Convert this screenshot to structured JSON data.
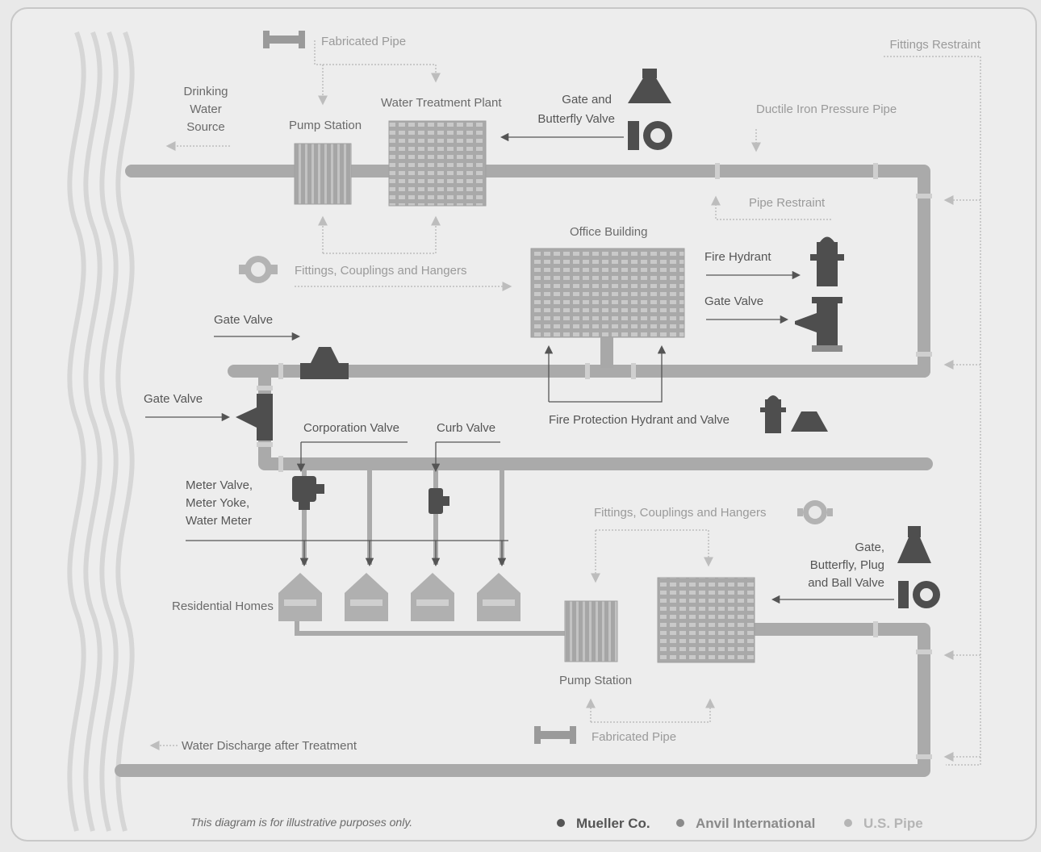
{
  "labels": {
    "fabricated_pipe_top": "Fabricated Pipe",
    "fittings_restraint": "Fittings Restraint",
    "drinking_water_1": "Drinking",
    "drinking_water_2": "Water",
    "drinking_water_3": "Source",
    "pump_station_top": "Pump Station",
    "water_treatment_plant": "Water Treatment Plant",
    "gate_butterfly_1": "Gate and",
    "gate_butterfly_2": "Butterfly Valve",
    "ductile_iron": "Ductile Iron Pressure Pipe",
    "pipe_restraint": "Pipe Restraint",
    "office_building": "Office Building",
    "fittings_couplings_top": "Fittings, Couplings and Hangers",
    "fire_hydrant": "Fire Hydrant",
    "gate_valve_right": "Gate Valve",
    "gate_valve_top": "Gate Valve",
    "gate_valve_left": "Gate Valve",
    "fire_protection": "Fire Protection Hydrant and Valve",
    "corporation_valve": "Corporation Valve",
    "curb_valve": "Curb Valve",
    "meter_1": "Meter Valve,",
    "meter_2": "Meter Yoke,",
    "meter_3": "Water Meter",
    "fittings_couplings_bottom": "Fittings, Couplings and Hangers",
    "gate_multi_1": "Gate,",
    "gate_multi_2": "Butterfly, Plug",
    "gate_multi_3": "and Ball Valve",
    "residential_homes": "Residential Homes",
    "pump_station_bottom": "Pump Station",
    "fabricated_pipe_bottom": "Fabricated Pipe",
    "water_discharge": "Water Discharge after Treatment",
    "disclaimer": "This diagram is for illustrative purposes only."
  },
  "legend": [
    {
      "label": "Mueller Co.",
      "color": "#555555"
    },
    {
      "label": "Anvil International",
      "color": "#8a8a8a"
    },
    {
      "label": "U.S. Pipe",
      "color": "#b5b5b5"
    }
  ],
  "colors": {
    "background": "#e9e9e9",
    "pipe": "#aaaaaa",
    "building": "#a7a7a7",
    "dark_product": "#4e4e4e",
    "medium_product": "#8f8f8f",
    "light_product": "#b9b9b9"
  },
  "icons": [
    "pipe-icon",
    "gate-valve-icon",
    "butterfly-valve-icon",
    "fire-hydrant-icon",
    "coupling-icon",
    "meter-icon",
    "house-icon",
    "wave-icon"
  ]
}
